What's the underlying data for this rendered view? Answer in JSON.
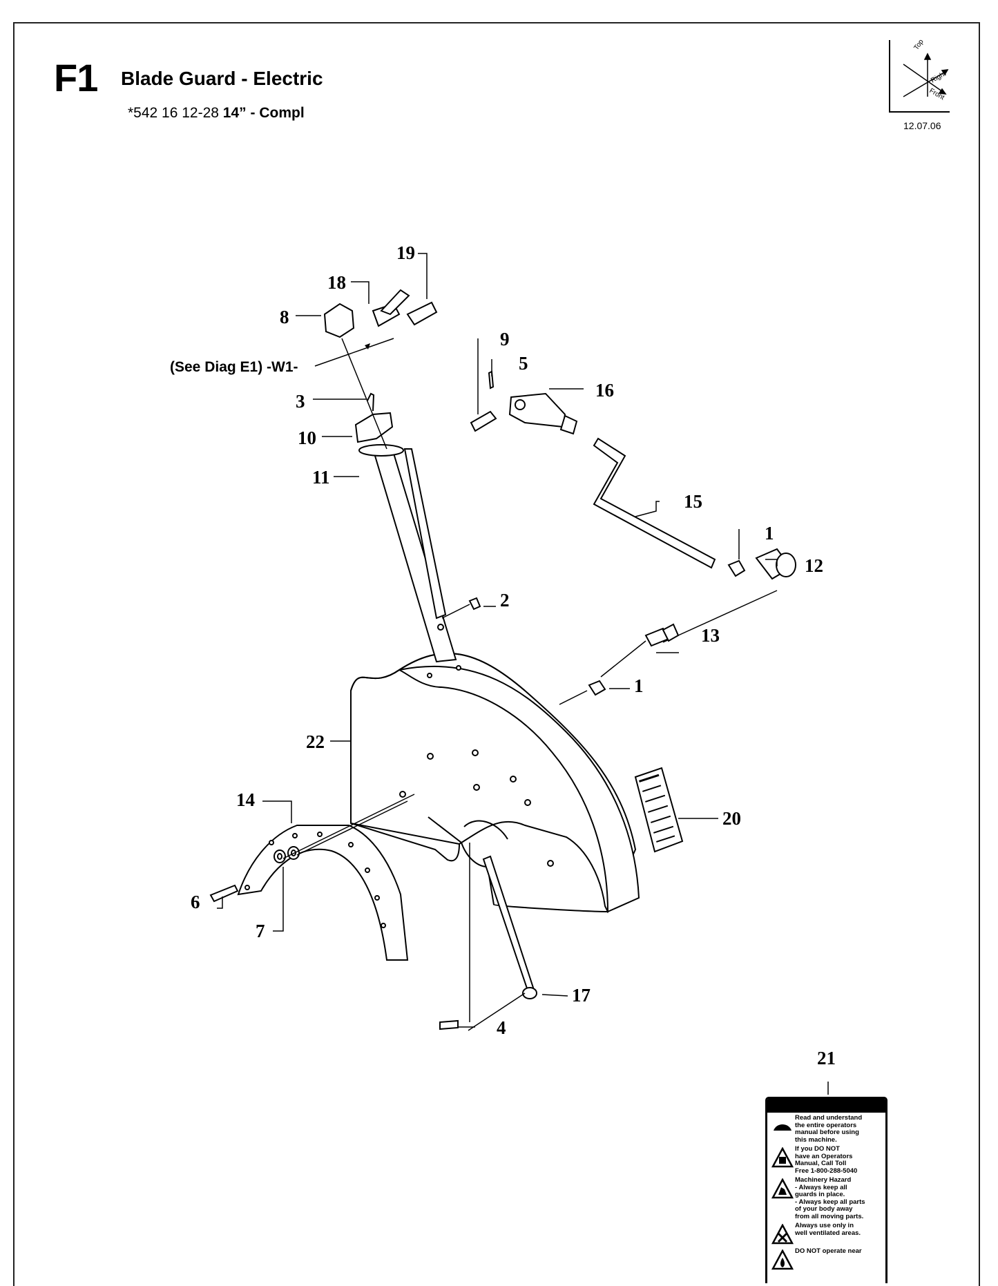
{
  "header": {
    "code": "F1",
    "title": "Blade Guard - Electric",
    "subtitle_part_no": "*542 16 12-28",
    "subtitle_size": "14”",
    "subtitle_suffix": "- Compl"
  },
  "orientation": {
    "top": "Top",
    "right": "Right",
    "front": "Front",
    "date": "12.07.06"
  },
  "reference_note": "(See Diag E1) -W1-",
  "callouts": {
    "c1a": "1",
    "c1b": "1",
    "c2": "2",
    "c3": "3",
    "c4": "4",
    "c5": "5",
    "c6": "6",
    "c7": "7",
    "c8": "8",
    "c9": "9",
    "c10": "10",
    "c11": "11",
    "c12": "12",
    "c13": "13",
    "c14": "14",
    "c15": "15",
    "c16": "16",
    "c17": "17",
    "c18": "18",
    "c19": "19",
    "c20": "20",
    "c21": "21",
    "c22": "22"
  },
  "warning_label": {
    "rows": [
      {
        "icon": "manual-dome-icon",
        "text": "Read and understand\nthe entire operators\nmanual before using\nthis machine."
      },
      {
        "icon": "manual-warning-icon",
        "text": "If you DO NOT\nhave an Operators\nManual, Call Toll\nFree 1-800-288-5040"
      },
      {
        "icon": "machinery-hazard-icon",
        "text": "Machinery Hazard\n- Always keep all\nguards in place.\n- Always keep all parts\nof your body away\nfrom all moving parts."
      },
      {
        "icon": "ventilation-warning-icon",
        "text": "Always use only in\nwell ventilated areas."
      },
      {
        "icon": "fire-warning-icon",
        "text": "DO NOT operate near"
      }
    ]
  }
}
